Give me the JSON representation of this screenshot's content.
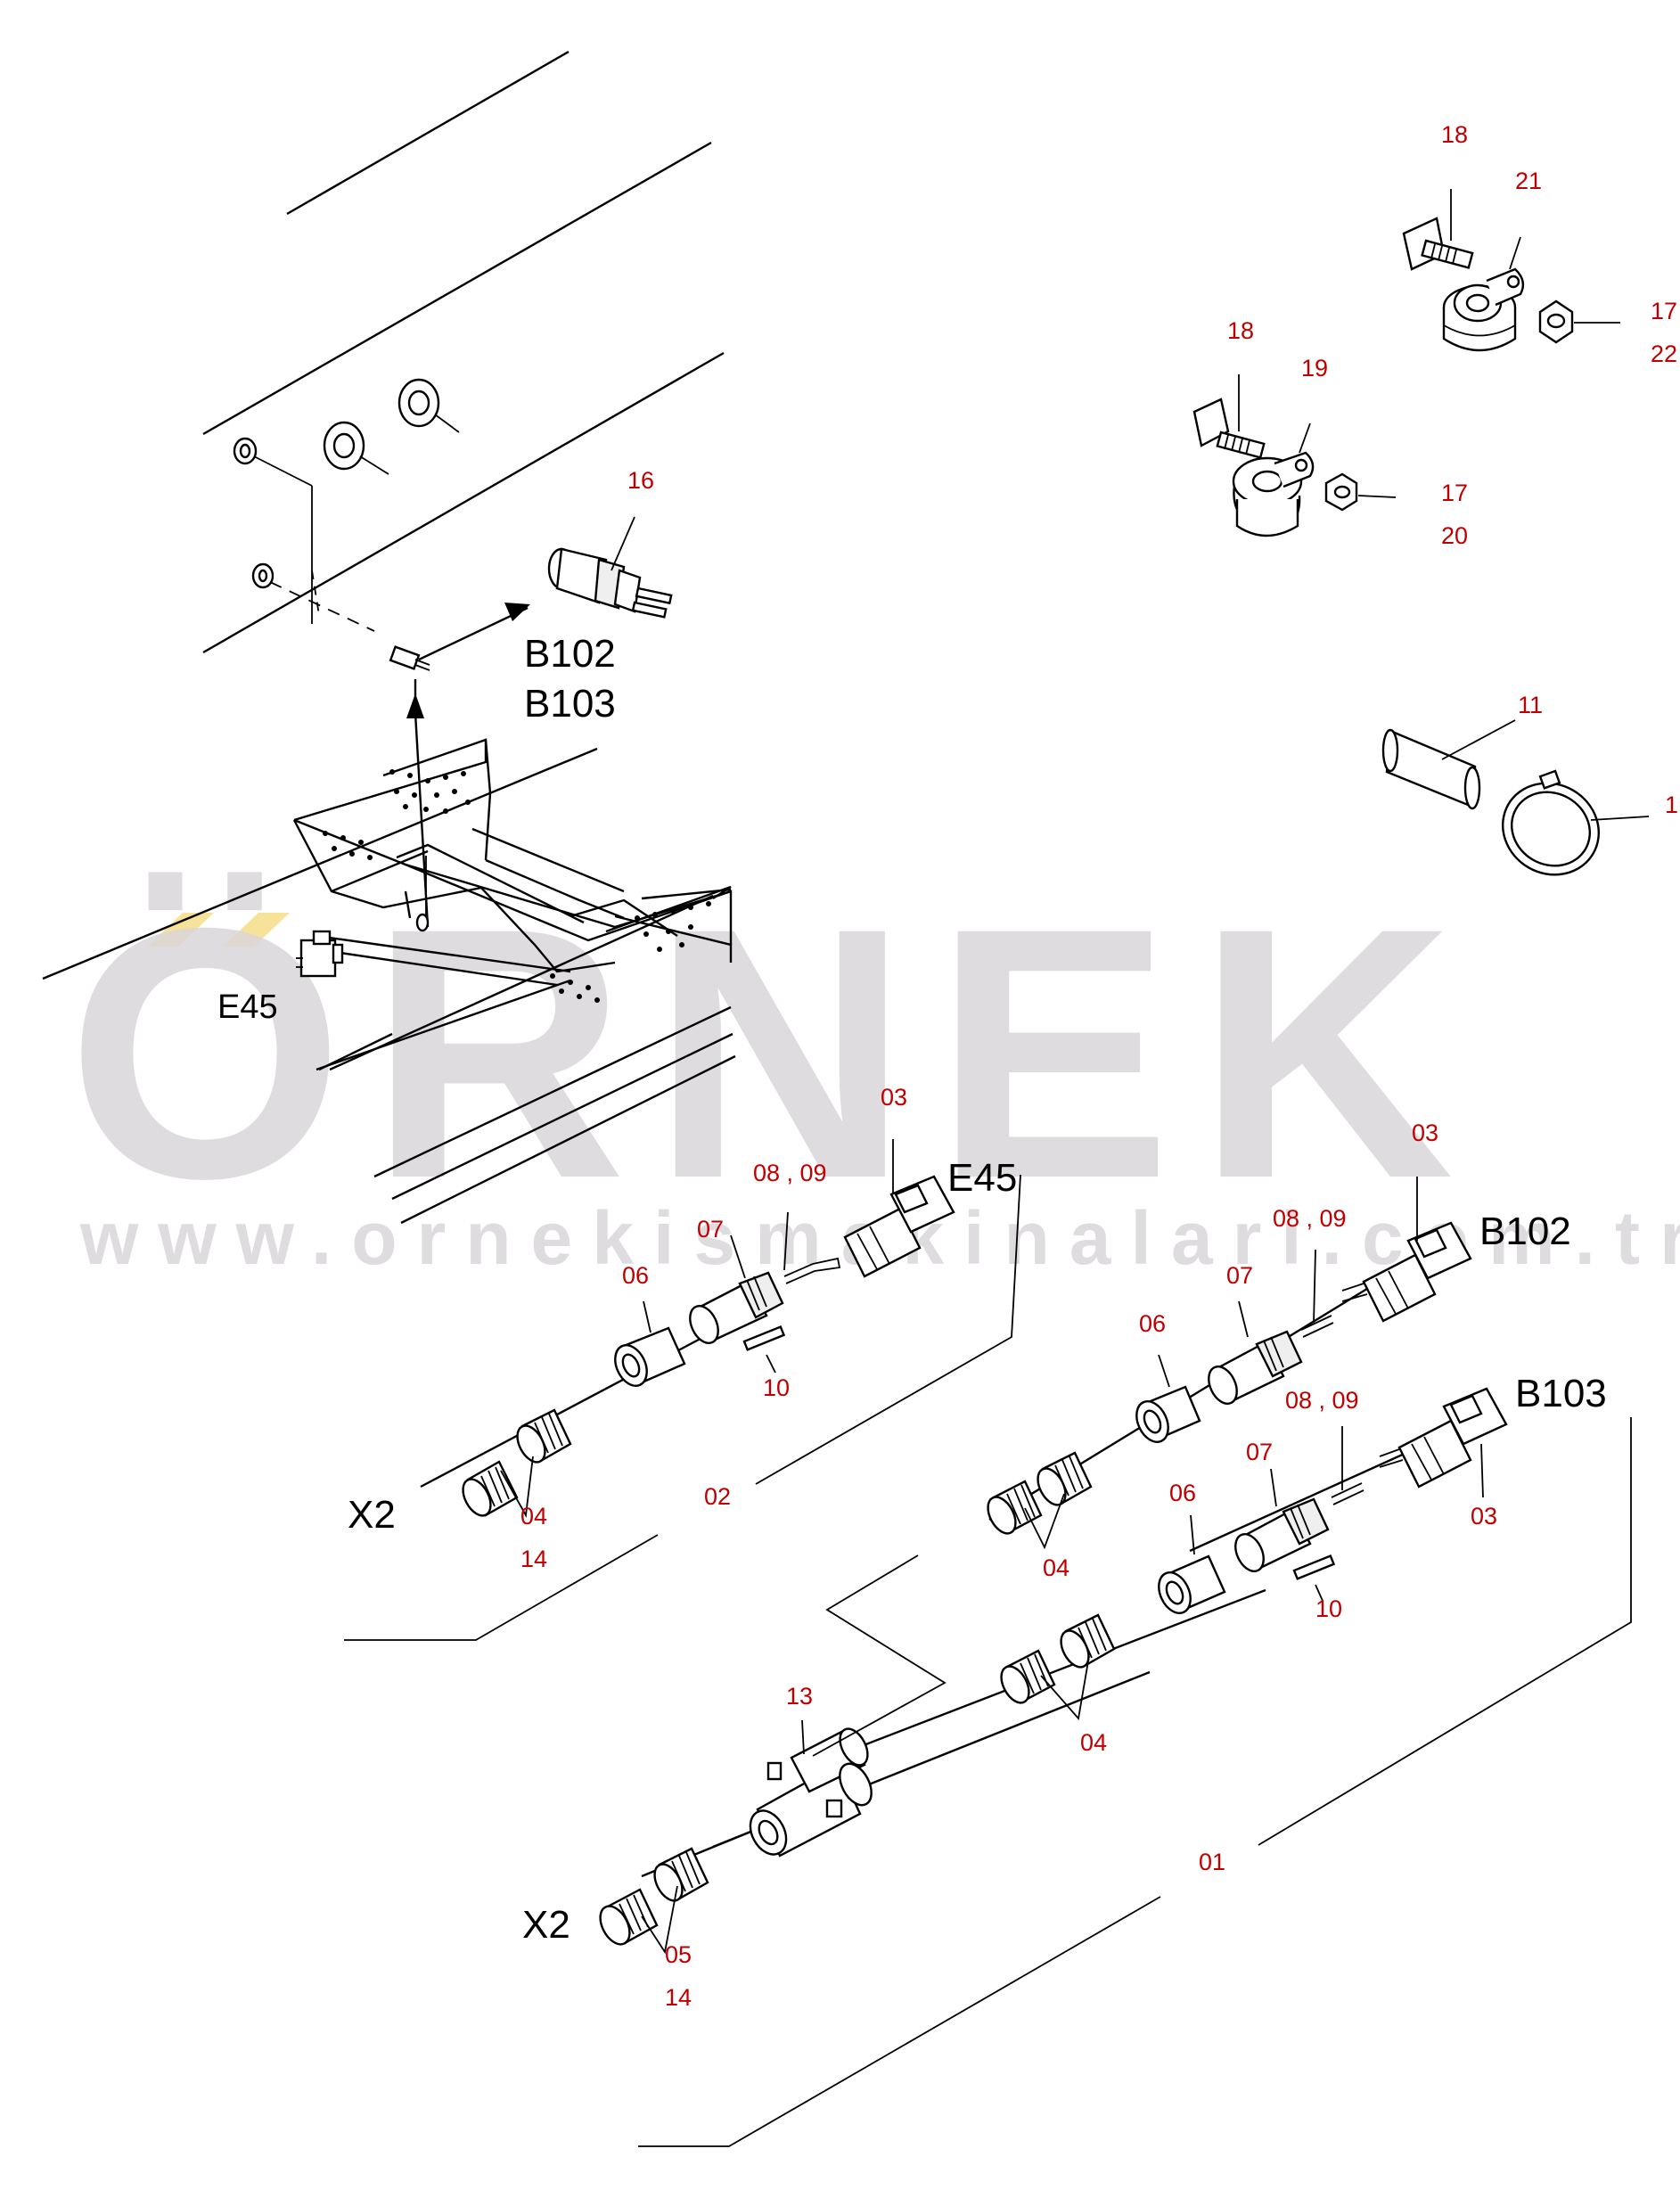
{
  "watermark": {
    "brand": "ÖRNEK",
    "url": "www.ornekismakinalari.com.tr",
    "brand_color": "#d9d6da",
    "accent_color": "#f7e29a"
  },
  "callouts": {
    "c01": "01",
    "c02": "02",
    "c03a": "03",
    "c03b": "03",
    "c03c": "03",
    "c04a": "04",
    "c04b": "04",
    "c04c": "04",
    "c05": "05",
    "c06a": "06",
    "c06b": "06",
    "c06c": "06",
    "c07a": "07",
    "c07b": "07",
    "c07c": "07",
    "c0809a": "08 , 09",
    "c0809b": "08 , 09",
    "c0809c": "08 , 09",
    "c10a": "10",
    "c10b": "10",
    "c11": "11",
    "c12": "1",
    "c13": "13",
    "c14a": "14",
    "c14b": "14",
    "c16": "16",
    "c17a": "17",
    "c17b": "17",
    "c18a": "18",
    "c18b": "18",
    "c19": "19",
    "c20": "20",
    "c21": "21",
    "c22": "22"
  },
  "codes": {
    "b102_sensor": "B102",
    "b103_sensor": "B103",
    "e45_frame": "E45",
    "e45_conn": "E45",
    "b102_conn": "B102",
    "b103_conn": "B103",
    "x2_top": "X2",
    "x2_bottom": "X2"
  },
  "colors": {
    "callout": "#c00000",
    "line": "#000000"
  }
}
